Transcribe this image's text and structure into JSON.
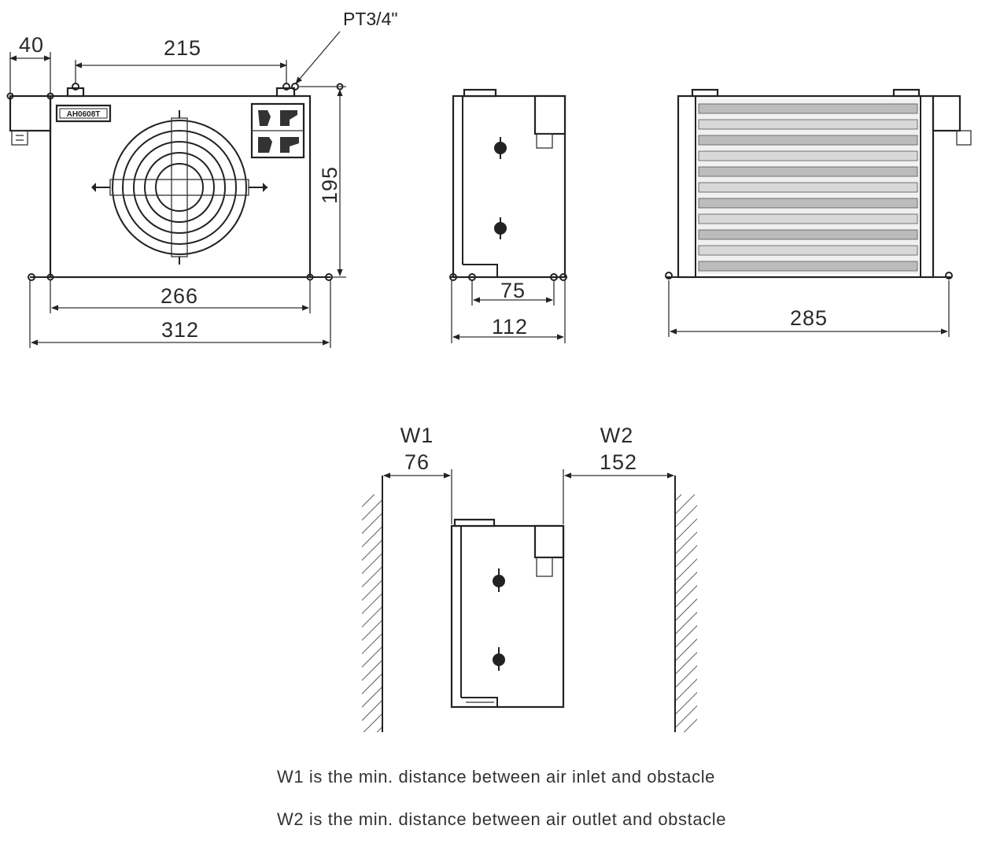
{
  "dims": {
    "d40": "40",
    "d215": "215",
    "pt": "PT3/4\"",
    "d195": "195",
    "d266": "266",
    "d312": "312",
    "d75": "75",
    "d112": "112",
    "d285": "285",
    "w1_label": "W1",
    "w1_value": "76",
    "w2_label": "W2",
    "w2_value": "152"
  },
  "model_plate": "AH0608T",
  "notes": {
    "w1": "W1 is the min. distance between air inlet and obstacle",
    "w2": "W2 is the min. distance between air outlet and obstacle"
  }
}
